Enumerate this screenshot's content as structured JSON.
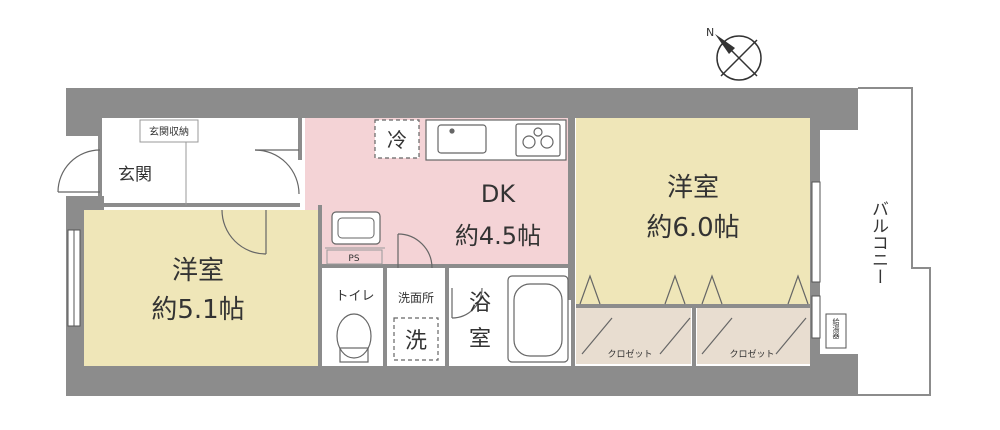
{
  "compass": {
    "label": "N"
  },
  "rooms": {
    "entrance_storage": "玄関収納",
    "entrance": "玄関",
    "dk_name": "DK",
    "dk_size": "約4.5帖",
    "western_room_a_name": "洋室",
    "western_room_a_size": "約5.1帖",
    "western_room_b_name": "洋室",
    "western_room_b_size": "約6.0帖",
    "pipe_space": "PS",
    "toilet": "トイレ",
    "washroom": "洗面所",
    "bath_line1": "浴",
    "bath_line2": "室",
    "closet_1": "クロゼット",
    "closet_2": "クロゼット",
    "balcony": "バルコニー",
    "water_heater": "給湯器"
  },
  "symbols": {
    "fridge": "冷",
    "washer": "洗"
  },
  "colors": {
    "wall": "#8c8c8c",
    "dk_floor": "#f4d3d6",
    "western_floor": "#efe6b8",
    "closet_floor": "#e8ddd0",
    "background": "#ffffff"
  }
}
